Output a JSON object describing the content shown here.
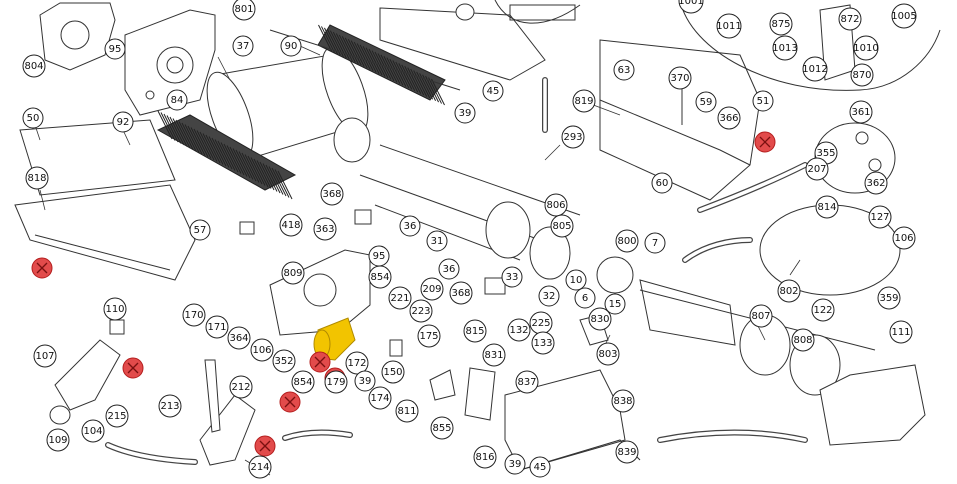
{
  "diagram": {
    "kind": "exploded parts drawing",
    "highlight_color": "#f2c400",
    "marker_color": "#e24b4b",
    "callouts": [
      "801",
      "804",
      "95",
      "37",
      "90",
      "39",
      "45",
      "1001",
      "1011",
      "875",
      "872",
      "1005",
      "1013",
      "1010",
      "1012",
      "870",
      "84",
      "63",
      "370",
      "819",
      "59",
      "366",
      "51",
      "92",
      "50",
      "293",
      "361",
      "355",
      "207",
      "362",
      "818",
      "60",
      "368",
      "806",
      "805",
      "418",
      "363",
      "36",
      "31",
      "57",
      "7",
      "814",
      "127",
      "106",
      "800",
      "802",
      "809",
      "854",
      "95",
      "36",
      "33",
      "209",
      "10",
      "368",
      "32",
      "6",
      "15",
      "221",
      "223",
      "225",
      "830",
      "359",
      "122",
      "111",
      "170",
      "171",
      "364",
      "106",
      "175",
      "815",
      "132",
      "133",
      "803",
      "807",
      "808",
      "110",
      "352",
      "172",
      "831",
      "837",
      "107",
      "854",
      "179",
      "39",
      "150",
      "174",
      "838",
      "811",
      "212",
      "213",
      "215",
      "104",
      "109",
      "855",
      "816",
      "39",
      "45",
      "839",
      "214"
    ],
    "markers": [
      "defect-marker",
      "defect-marker",
      "defect-marker",
      "defect-marker",
      "defect-marker",
      "defect-marker",
      "defect-marker"
    ],
    "highlighted_part": "854"
  }
}
